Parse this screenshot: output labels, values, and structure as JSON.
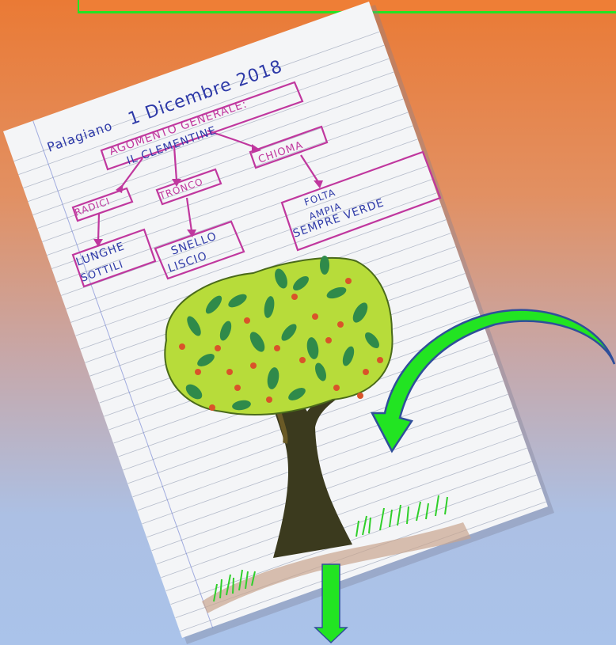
{
  "notebook": {
    "heading_place": "Palagiano",
    "heading_date": "1 Dicembre 2018",
    "main_topic_line1": "AGOMENTO GENERALE:",
    "main_topic_line2": "IL CLEMENTINE",
    "branch_roots": "RADICI",
    "branch_trunk": "TRONCO",
    "branch_crown": "CHIOMA",
    "roots_desc_1": "LUNGHE",
    "roots_desc_2": "SOTTILI",
    "trunk_desc_1": "SNELLO",
    "trunk_desc_2": "LISCIO",
    "crown_desc_1": "FOLTA",
    "crown_desc_2": "AMPIA",
    "crown_desc_3": "SEMPRE VERDE"
  },
  "colors": {
    "background_top": "#ea7a35",
    "background_bottom": "#aac3ea",
    "arrow_green": "#22e422",
    "arrow_outline": "#2f4f9a",
    "mindmap_ink": "#c0379e",
    "text_ink": "#2e3aa8",
    "tree_canopy": "#b7dc3a",
    "tree_trunk": "#3b3a1e"
  },
  "icons": [
    "curved-arrow-icon",
    "down-arrow-icon",
    "tree-drawing-icon"
  ]
}
